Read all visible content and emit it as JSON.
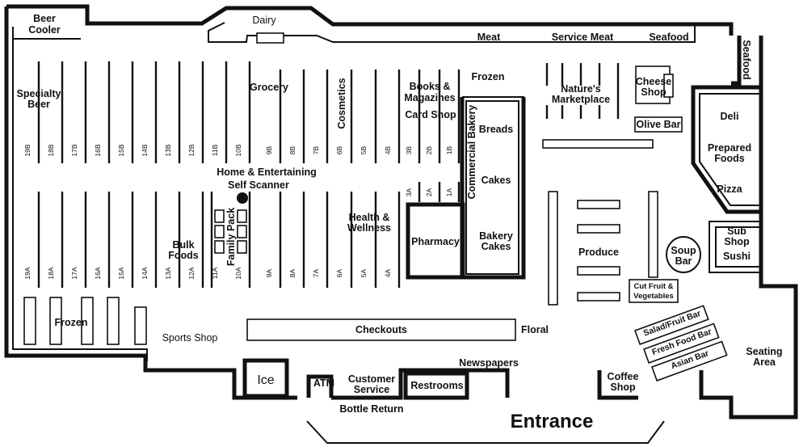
{
  "map": {
    "departments": {
      "beer_cooler": [
        "Beer",
        "Cooler"
      ],
      "dairy": "Dairy",
      "meat": "Meat",
      "service_meat": "Service Meat",
      "seafood_top": "Seafood",
      "seafood_side": "Seafood",
      "specialty_beer": [
        "Specialty",
        "Beer"
      ],
      "grocery": "Grocery",
      "cosmetics": "Cosmetics",
      "books_magazines": [
        "Books &",
        "Magazines"
      ],
      "card_shop": "Card Shop",
      "frozen_top": "Frozen",
      "natures_marketplace": [
        "Nature's",
        "Marketplace"
      ],
      "cheese_shop": [
        "Cheese",
        "Shop"
      ],
      "olive_bar": "Olive Bar",
      "deli": "Deli",
      "prepared_foods": [
        "Prepared",
        "Foods"
      ],
      "pizza": "Pizza",
      "sub_shop": [
        "Sub",
        "Shop"
      ],
      "sushi": "Sushi",
      "soup_bar": [
        "Soup",
        "Bar"
      ],
      "commercial_bakery": "Commercial Bakery",
      "breads": "Breads",
      "cakes": "Cakes",
      "bakery_cakes": [
        "Bakery",
        "Cakes"
      ],
      "pharmacy": "Pharmacy",
      "health_wellness": [
        "Health &",
        "Wellness"
      ],
      "home_entertaining": "Home & Entertaining",
      "self_scanner": "Self Scanner",
      "bulk_foods": [
        "Bulk",
        "Foods"
      ],
      "family_pack": "Family Pack",
      "produce": "Produce",
      "cut_fruit": [
        "Cut Fruit &",
        "Vegetables"
      ],
      "frozen_bottom": "Frozen",
      "sports_shop": "Sports Shop",
      "checkouts": "Checkouts",
      "floral": "Floral",
      "salad_fruit_bar": "Salad/Fruit Bar",
      "fresh_food_bar": "Fresh Food Bar",
      "asian_bar": "Asian Bar",
      "seating_area": [
        "Seating",
        "Area"
      ],
      "ice": "Ice",
      "atm": "ATM",
      "customer_service": [
        "Customer",
        "Service"
      ],
      "restrooms": "Restrooms",
      "newspapers": "Newspapers",
      "coffee_shop": [
        "Coffee",
        "Shop"
      ],
      "bottle_return": "Bottle Return",
      "entrance": "Entrance"
    },
    "aisles_top": [
      "19B",
      "18B",
      "17B",
      "16B",
      "15B",
      "14B",
      "13B",
      "12B",
      "11B",
      "10B",
      "9B",
      "8B",
      "7B",
      "6B",
      "5B",
      "4B",
      "3B",
      "2B",
      "1B"
    ],
    "aisles_bottom": [
      "19A",
      "18A",
      "17A",
      "16A",
      "15A",
      "14A",
      "13A",
      "12A",
      "11A",
      "10A",
      "9A",
      "8A",
      "7A",
      "6A",
      "5A",
      "4A"
    ],
    "aisles_pharmacy": [
      "3A",
      "2A",
      "1A"
    ]
  }
}
